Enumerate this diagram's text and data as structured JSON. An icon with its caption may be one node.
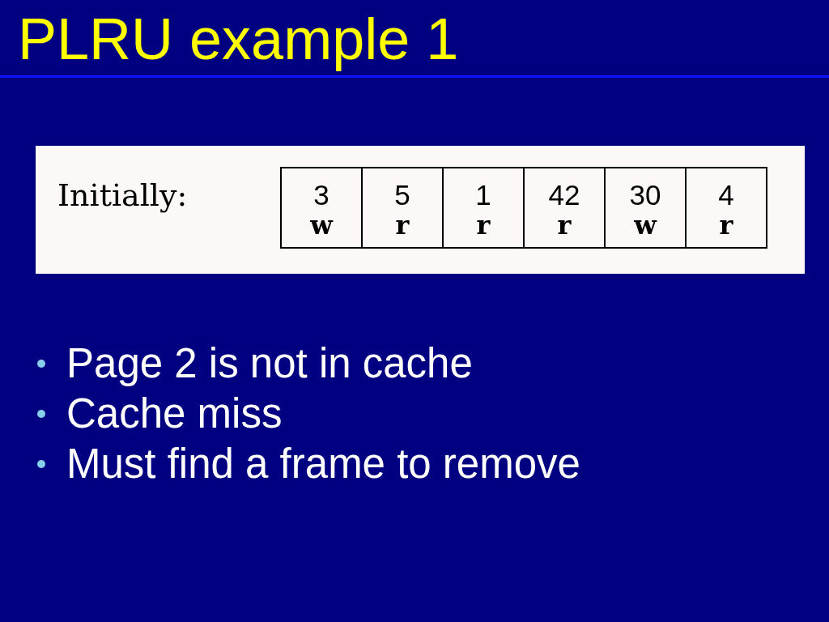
{
  "diagram": {
    "title": "PLRU example 1",
    "nodes": [
      {
        "text": [
          "Initially:"
        ]
      },
      {
        "text": [
          "3",
          "w"
        ],
        "in": 0
      },
      {
        "text": [
          "5",
          "r"
        ],
        "in": 0
      },
      {
        "text": [
          "1",
          "r"
        ],
        "in": 0
      },
      {
        "text": [
          "42",
          "r"
        ],
        "in": 0
      },
      {
        "text": [
          "30",
          "w"
        ],
        "in": 0
      },
      {
        "text": [
          "4",
          "r"
        ],
        "in": 0
      }
    ],
    "labels": [
      "Page 2 is not in cache",
      "Cache miss",
      "Must find a frame to remove"
    ]
  }
}
